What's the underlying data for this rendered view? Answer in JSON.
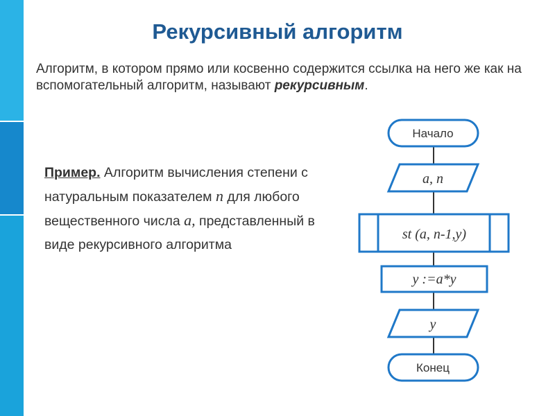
{
  "title": "Рекурсивный алгоритм",
  "intro": {
    "text": "Алгоритм, в котором прямо или косвенно содержится ссылка на него же как на вспомогательный алгоритм, называют ",
    "emphasis": "рекурсивным",
    "end": "."
  },
  "example": {
    "lead": "Пример.",
    "part1": " Алгоритм вычисления степени с натуральным показателем ",
    "var_n": "n",
    "part2": " для любого вещественного числа ",
    "var_a": "a,",
    "part3": " представленный  в виде рекурсивного алгоритма"
  },
  "flowchart": {
    "start": "Начало",
    "input": "a, n",
    "call": "st (a, n-1,y)",
    "assign": "y :=a*y",
    "output": "y",
    "end": "Конец"
  },
  "colors": {
    "accent": "#1f5a93",
    "shape_stroke": "#1f78c8",
    "sidebar": "#1aa3db"
  }
}
